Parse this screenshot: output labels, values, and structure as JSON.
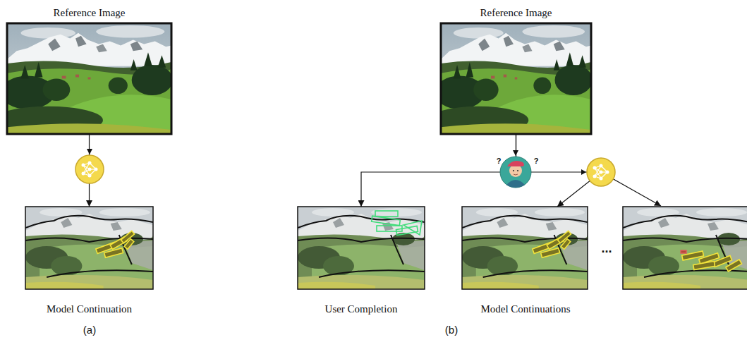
{
  "diagram": {
    "nodes": [
      {
        "text": [
          "Reference Image"
        ]
      },
      {
        "text": [
          "Model Continuation"
        ]
      },
      {
        "text": [
          "Reference Image"
        ]
      },
      {
        "text": [
          "User Completion"
        ]
      },
      {
        "text": [
          "Model Continuations"
        ]
      }
    ],
    "edges": [
      {
        "from": 0,
        "to": 1,
        "arrow": "to"
      },
      {
        "from": 2,
        "to": 3,
        "arrow": "to"
      },
      {
        "from": 2,
        "to": 4,
        "arrow": "to"
      }
    ],
    "labels": [
      "?",
      "?",
      "...",
      "(a)",
      "(b)"
    ]
  }
}
